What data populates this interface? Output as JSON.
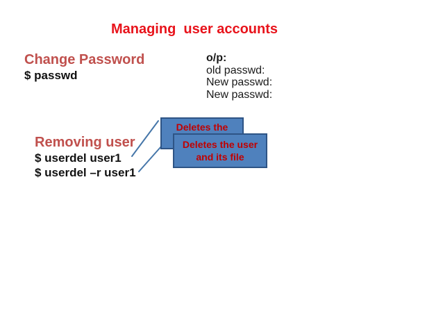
{
  "slide": {
    "title": "Managing  user accounts",
    "sections": {
      "change_password": {
        "heading": "Change Password",
        "command": "$ passwd"
      },
      "output": {
        "label": "o/p:",
        "lines": [
          "old passwd:",
          "New passwd:",
          "New passwd:"
        ]
      },
      "removing_user": {
        "heading": "Removing user",
        "commands": [
          "$ userdel user1",
          "$ userdel –r user1"
        ]
      }
    },
    "callouts": {
      "back": {
        "text": "Deletes the"
      },
      "front": {
        "line1": "Deletes the user",
        "line2": "and its file"
      }
    },
    "colors": {
      "title_red": "#e8131b",
      "heading_red": "#c0504d",
      "command_black": "#111111",
      "callout_fill": "#4f81bd",
      "callout_border": "#2e5485",
      "callout_text": "#c00000",
      "connector_blue": "#4576a9",
      "background": "#ffffff"
    }
  }
}
